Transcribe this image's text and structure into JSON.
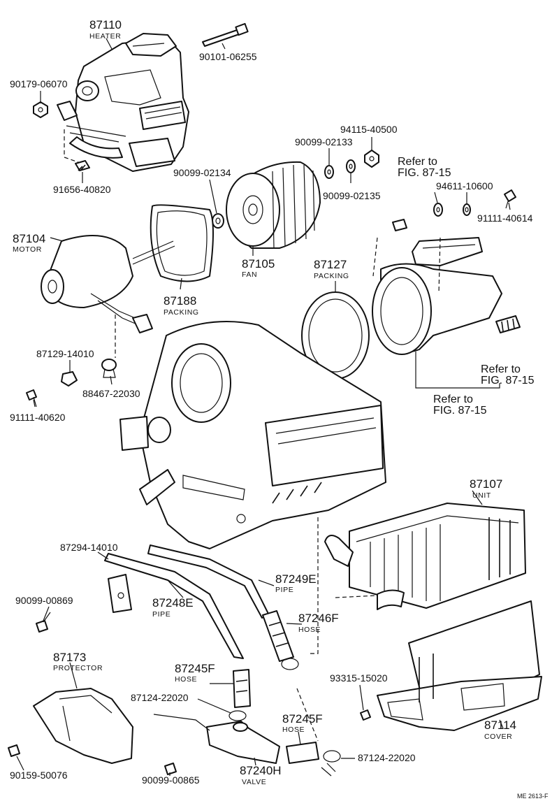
{
  "diagram_code": "ME 2613-F",
  "parts": [
    {
      "id": "heater_no",
      "number": "87110",
      "name": "HEATER"
    },
    {
      "id": "bolt_top",
      "number": "90101-06255"
    },
    {
      "id": "nut_90179",
      "number": "90179-06070"
    },
    {
      "id": "screw_91656",
      "number": "91656-40820"
    },
    {
      "id": "nut_94115",
      "number": "94115-40500"
    },
    {
      "id": "washer_02133",
      "number": "90099-02133"
    },
    {
      "id": "washer_02134",
      "number": "90099-02134"
    },
    {
      "id": "washer_02135",
      "number": "90099-02135"
    },
    {
      "id": "washer_94611",
      "number": "94611-10600"
    },
    {
      "id": "bolt_91111_40614",
      "number": "91111-40614"
    },
    {
      "id": "motor",
      "number": "87104",
      "name": "MOTOR"
    },
    {
      "id": "fan",
      "number": "87105",
      "name": "FAN"
    },
    {
      "id": "packing_87188",
      "number": "87188",
      "name": "PACKING"
    },
    {
      "id": "packing_87127",
      "number": "87127",
      "name": "PACKING"
    },
    {
      "id": "grommet_87129",
      "number": "87129-14010"
    },
    {
      "id": "grommet_88467",
      "number": "88467-22030"
    },
    {
      "id": "bolt_91111_40620",
      "number": "91111-40620"
    },
    {
      "id": "unit",
      "number": "87107",
      "name": "UNIT"
    },
    {
      "id": "clamp_87294",
      "number": "87294-14010"
    },
    {
      "id": "pipe_87249",
      "number": "87249E",
      "name": "PIPE"
    },
    {
      "id": "pipe_87248",
      "number": "87248E",
      "name": "PIPE"
    },
    {
      "id": "hose_87246",
      "number": "87246F",
      "name": "HOSE"
    },
    {
      "id": "screw_00869",
      "number": "90099-00869"
    },
    {
      "id": "protector",
      "number": "87173",
      "name": "PROTECTOR"
    },
    {
      "id": "hose_87245_a",
      "number": "87245F",
      "name": "HOSE"
    },
    {
      "id": "clip_87124_a",
      "number": "87124-22020"
    },
    {
      "id": "screw_93315",
      "number": "93315-15020"
    },
    {
      "id": "hose_87245_b",
      "number": "87245F",
      "name": "HOSE"
    },
    {
      "id": "cover",
      "number": "87114",
      "name": "COVER"
    },
    {
      "id": "clip_87124_b",
      "number": "87124-22020"
    },
    {
      "id": "valve",
      "number": "87240H",
      "name": "VALVE"
    },
    {
      "id": "screw_50076",
      "number": "90159-50076"
    },
    {
      "id": "screw_00865",
      "number": "90099-00865"
    }
  ],
  "refs": [
    {
      "line1": "Refer to",
      "line2": "FIG. 87-15"
    },
    {
      "line1": "Refer to",
      "line2": "FIG. 87-15"
    },
    {
      "line1": "Refer to",
      "line2": "FIG. 87-15"
    }
  ]
}
